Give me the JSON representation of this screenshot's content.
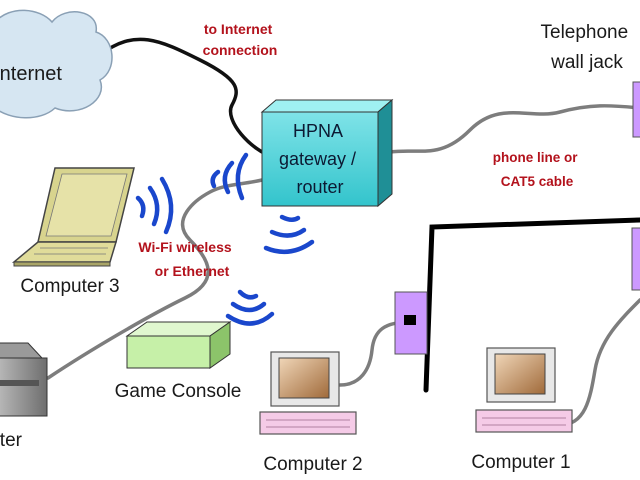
{
  "diagram": {
    "internet_label": "Internet",
    "internet_connection_label": [
      "to Internet",
      "connection"
    ],
    "gateway_label": [
      "HPNA",
      "gateway /",
      "router"
    ],
    "telephone_jack_label": [
      "Telephone",
      "wall jack"
    ],
    "phone_line_label": [
      "phone line or",
      "CAT5 cable"
    ],
    "wireless_label": [
      "Wi-Fi wireless",
      "or Ethernet"
    ],
    "computer3_label": "Computer 3",
    "game_console_label": "Game Console",
    "printer_label": "Printer",
    "computer2_label": "Computer 2",
    "computer1_label": "Computer 1"
  },
  "colors": {
    "gateway": "#33c4cc",
    "cloud": "#d6e6f2",
    "jack": "#cc99ff",
    "console": "#c6f0a8",
    "wifi": "#1a47cc",
    "label_red": "#b3121c"
  }
}
